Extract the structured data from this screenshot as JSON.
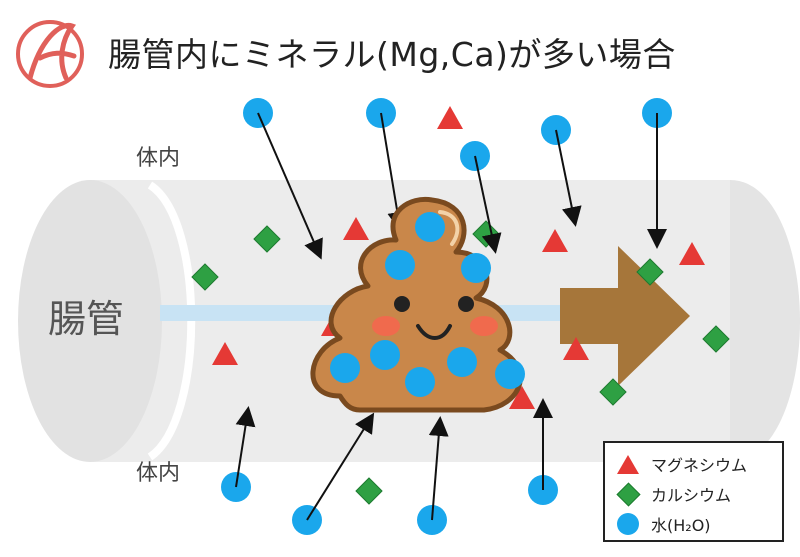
{
  "title": "腸管内にミネラル(Mg,Ca)が多い場合",
  "labels": {
    "gut": "腸管",
    "body_top": "体内",
    "body_bottom": "体内"
  },
  "legend": {
    "magnesium": "マグネシウム",
    "calcium": "カルシウム",
    "water": "水(H₂O)"
  },
  "colors": {
    "magnesium": "#e53935",
    "calcium": "#2ea043",
    "water": "#1aa7ec",
    "tube": "#ececec",
    "flow": "#c8e3f4",
    "arrow": "#a6763a",
    "stool": "#c9874a",
    "stool_outline": "#7a4a1f",
    "logo": "#e0605a"
  },
  "icons": [
    "logo-icon",
    "stool-icon",
    "flow-arrow-icon"
  ]
}
